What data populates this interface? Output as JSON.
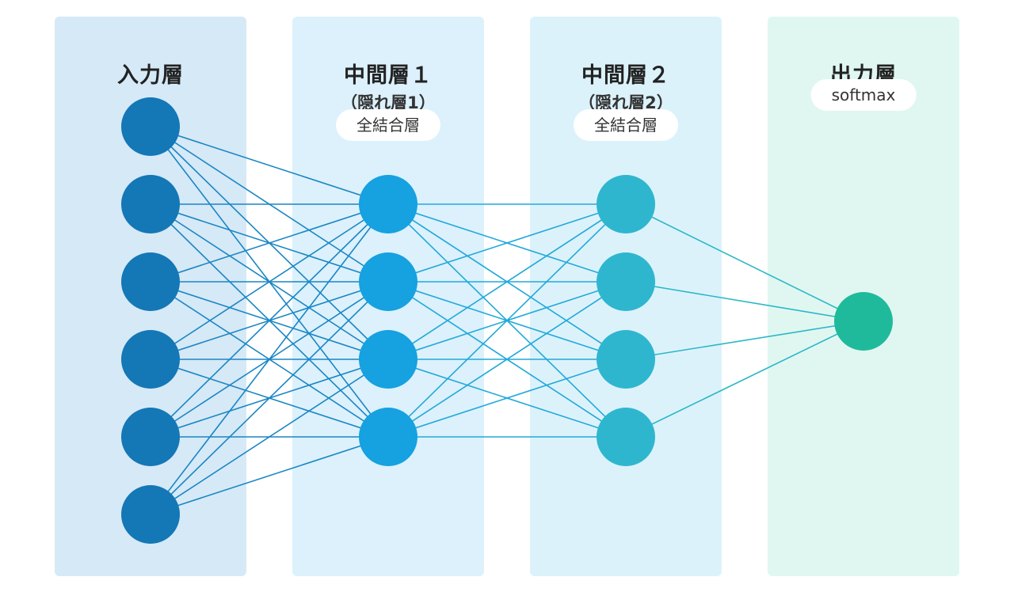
{
  "colors": {
    "panel_input": "#d6e9f7",
    "panel_hidden1": "#dcf1fc",
    "panel_hidden2": "#dcf2fb",
    "panel_output": "#e0f7f1",
    "node_input": "#1477b6",
    "node_hidden1": "#16a1e0",
    "node_hidden2": "#2fb6cf",
    "node_output": "#1fba9c",
    "edge_input_hidden1": "#1a86c4",
    "edge_hidden1_hidden2": "#22a9da",
    "edge_hidden2_output": "#2ab8c6"
  },
  "layers": [
    {
      "title": "入力層",
      "subtitle": "",
      "badge": "",
      "node_count": 6
    },
    {
      "title": "中間層１",
      "subtitle": "（隠れ層1）",
      "badge": "全結合層",
      "node_count": 4
    },
    {
      "title": "中間層２",
      "subtitle": "（隠れ層2）",
      "badge": "全結合層",
      "node_count": 4
    },
    {
      "title": "出力層",
      "subtitle": "",
      "badge": "softmax",
      "node_count": 1
    }
  ]
}
